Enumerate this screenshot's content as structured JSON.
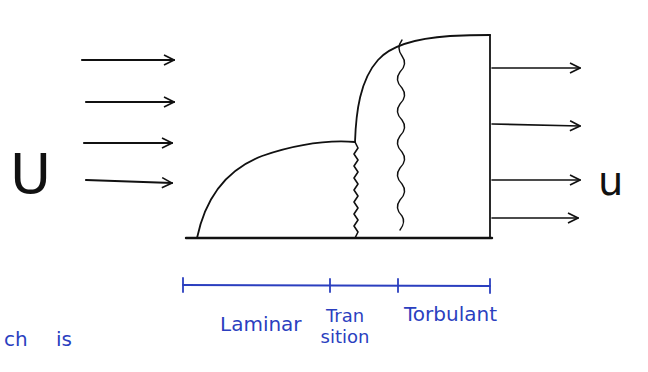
{
  "diagram": {
    "labels": [
      "U",
      "u",
      "Laminar",
      "Tran sition",
      "Torbulant",
      "ch is"
    ]
  }
}
